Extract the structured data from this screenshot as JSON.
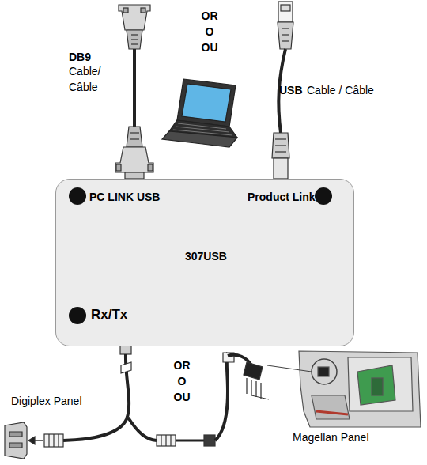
{
  "diagram": {
    "nodes": [
      {
        "text": [
          "PC LINK USB",
          "Product Link",
          "307USB",
          "Rx/Tx"
        ]
      }
    ],
    "labels": [
      "DB9",
      "Cable/ Câble",
      "OR O OU",
      "USB",
      "Cable / Câble",
      "OR O OU",
      "Digiplex Panel",
      "Magellan Panel"
    ]
  }
}
